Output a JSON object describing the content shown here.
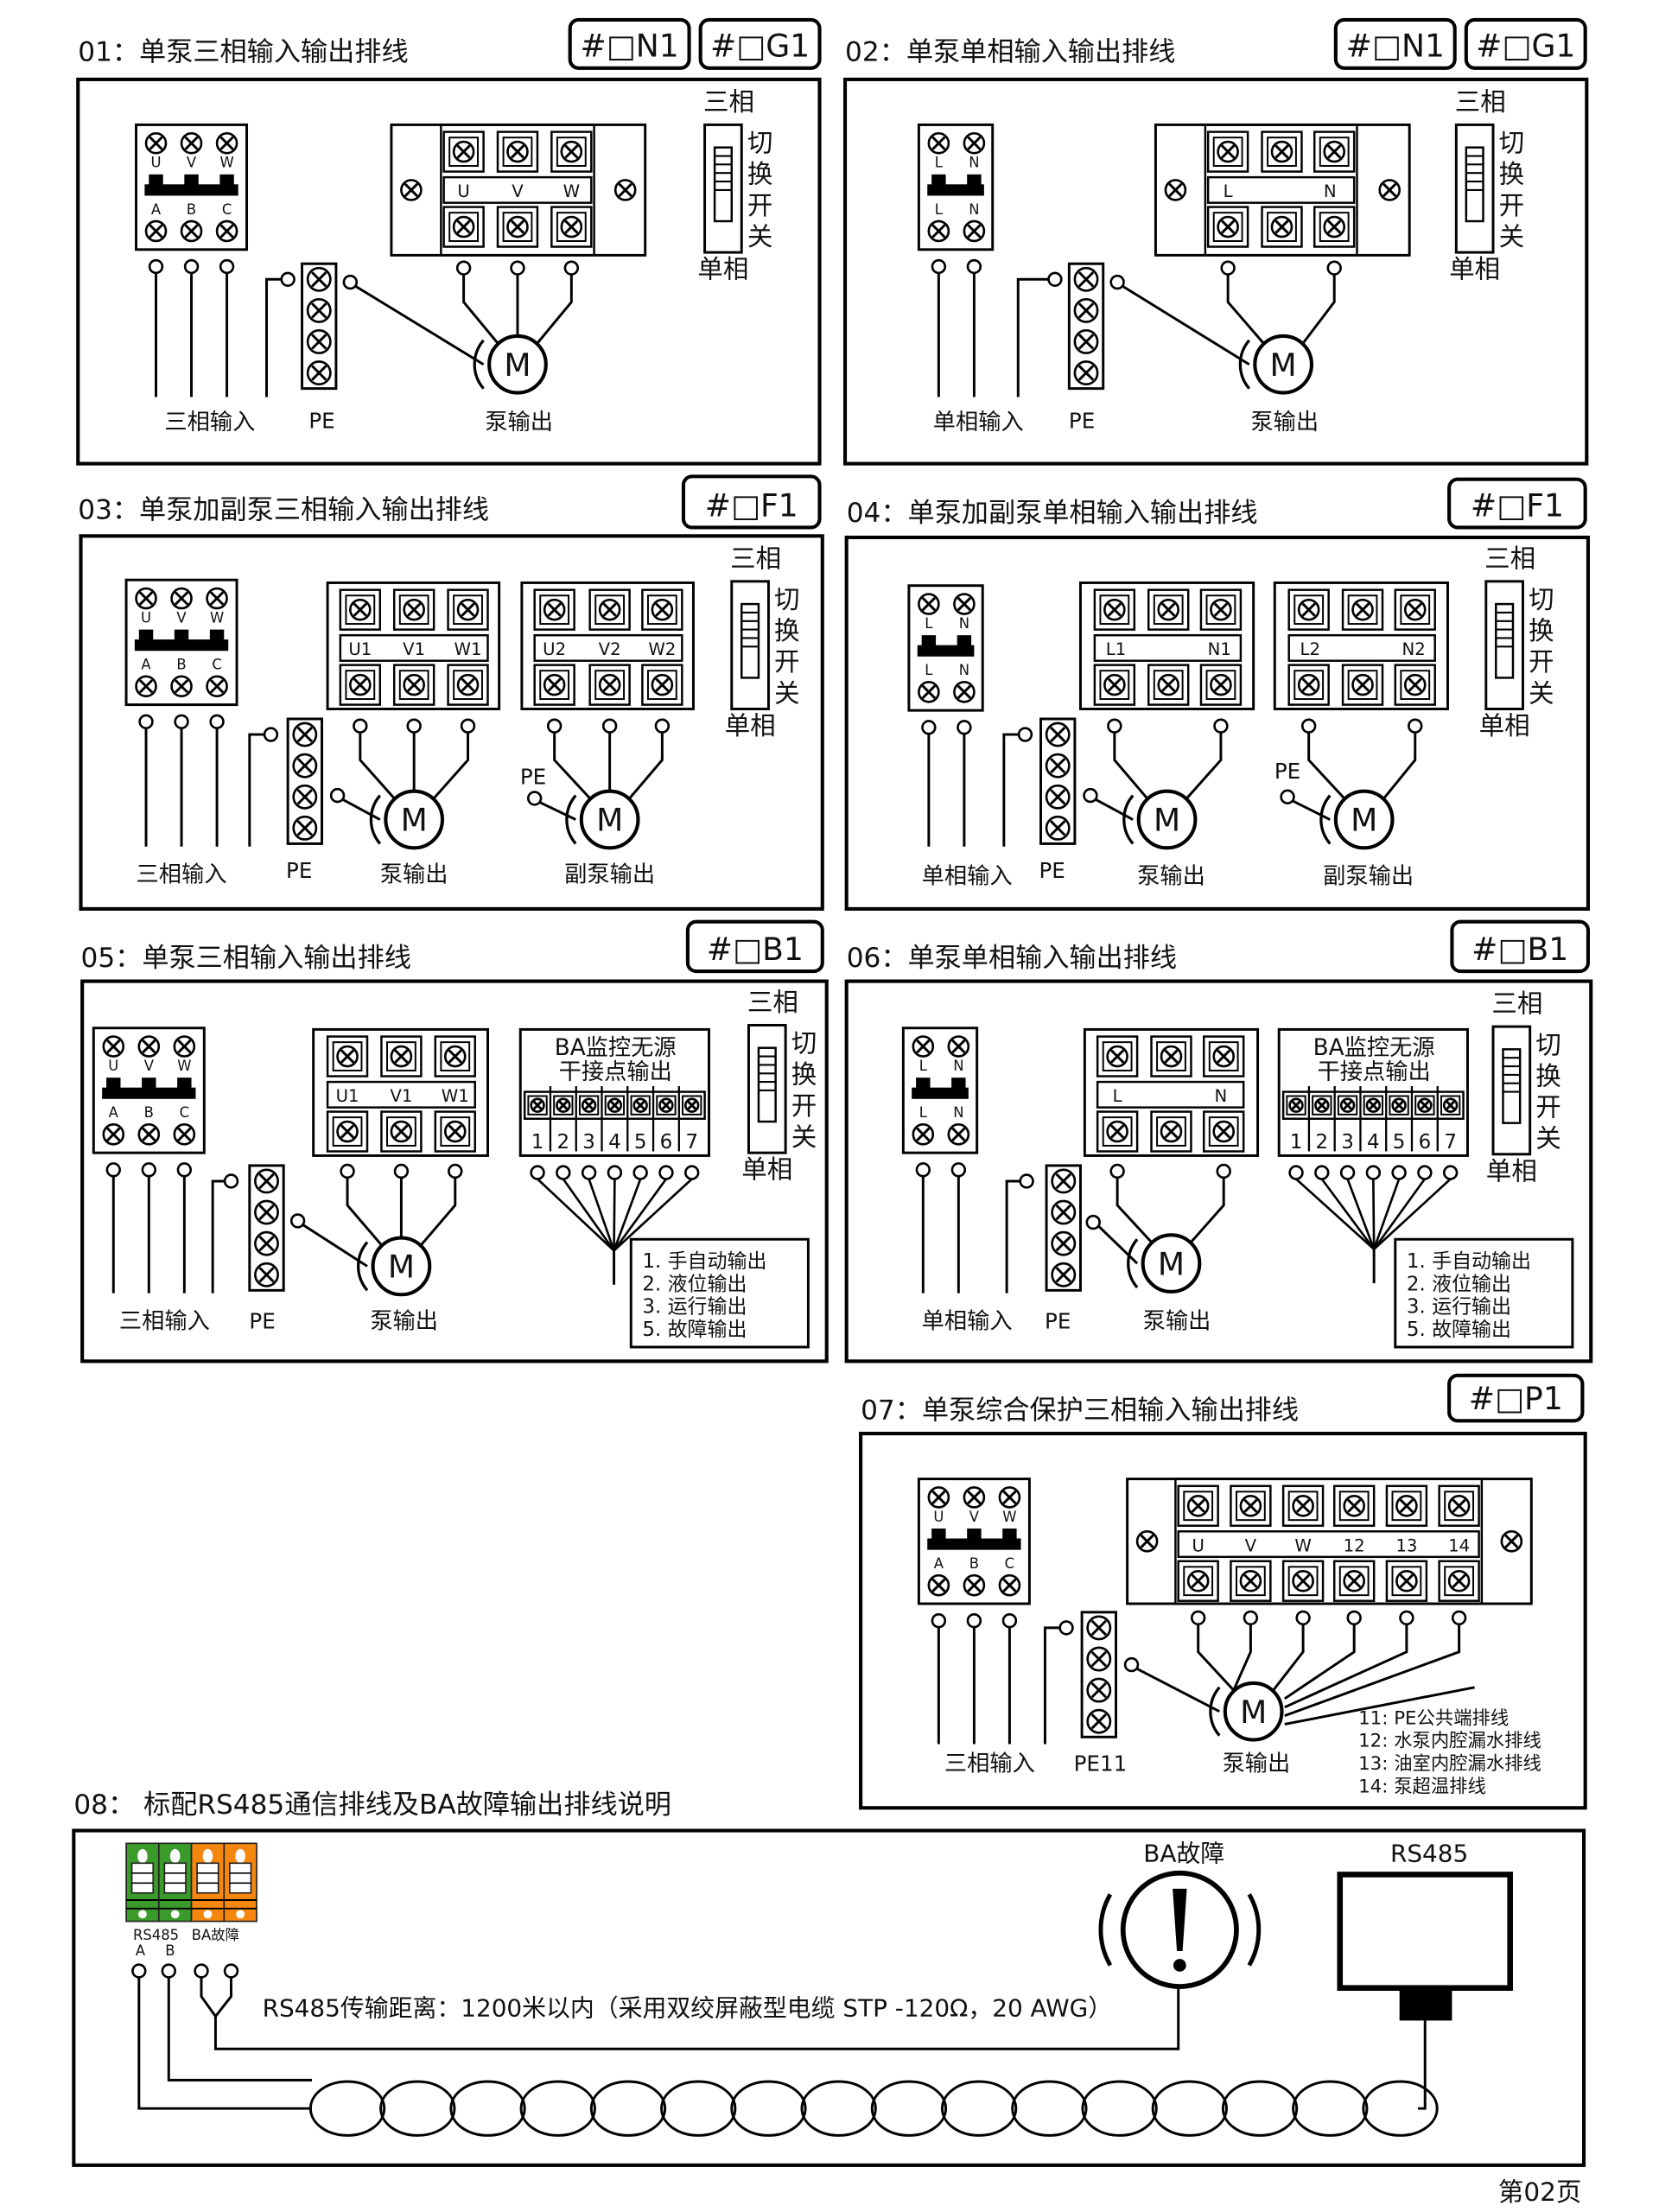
{
  "panels": [
    {
      "title": "01：单泵三相输入输出排线",
      "badges": [
        "#□N1",
        "#□G1"
      ],
      "breaker_top": [
        "U",
        "V",
        "W"
      ],
      "breaker_bottom": [
        "A",
        "B",
        "C"
      ],
      "terminals": [
        "U",
        "V",
        "W"
      ],
      "labels": {
        "input": "三相输入",
        "pe": "PE",
        "output": "泵输出"
      }
    },
    {
      "title": "02：单泵单相输入输出排线",
      "badges": [
        "#□N1",
        "#□G1"
      ],
      "breaker_top": [
        "L",
        "N"
      ],
      "breaker_bottom": [
        "L",
        "N"
      ],
      "terminals": [
        "L",
        "N"
      ],
      "labels": {
        "input": "单相输入",
        "pe": "PE",
        "output": "泵输出"
      }
    },
    {
      "title": "03：单泵加副泵三相输入输出排线",
      "badges": [
        "#□F1"
      ],
      "breaker_top": [
        "U",
        "V",
        "W"
      ],
      "breaker_bottom": [
        "A",
        "B",
        "C"
      ],
      "terminals": [
        "U1",
        "V1",
        "W1"
      ],
      "terminals2": [
        "U2",
        "V2",
        "W2"
      ],
      "labels": {
        "input": "三相输入",
        "pe": "PE",
        "pe2": "PE",
        "output": "泵输出",
        "output2": "副泵输出"
      }
    },
    {
      "title": "04：单泵加副泵单相输入输出排线",
      "badges": [
        "#□F1"
      ],
      "breaker_top": [
        "L",
        "N"
      ],
      "breaker_bottom": [
        "L",
        "N"
      ],
      "terminals": [
        "L1",
        "N1"
      ],
      "terminals2": [
        "L2",
        "N2"
      ],
      "labels": {
        "input": "单相输入",
        "pe": "PE",
        "pe2": "PE",
        "output": "泵输出",
        "output2": "副泵输出"
      }
    },
    {
      "title": "05：单泵三相输入输出排线",
      "badges": [
        "#□B1"
      ],
      "breaker_top": [
        "U",
        "V",
        "W"
      ],
      "breaker_bottom": [
        "A",
        "B",
        "C"
      ],
      "terminals": [
        "U1",
        "V1",
        "W1"
      ],
      "labels": {
        "input": "三相输入",
        "pe": "PE",
        "output": "泵输出"
      }
    },
    {
      "title": "06：单泵单相输入输出排线",
      "badges": [
        "#□B1"
      ],
      "breaker_top": [
        "L",
        "N"
      ],
      "breaker_bottom": [
        "L",
        "N"
      ],
      "terminals": [
        "L",
        "N"
      ],
      "labels": {
        "input": "单相输入",
        "pe": "PE",
        "output": "泵输出"
      }
    },
    {
      "title": "07：单泵综合保护三相输入输出排线",
      "badges": [
        "#□P1"
      ],
      "breaker_top": [
        "U",
        "V",
        "W"
      ],
      "breaker_bottom": [
        "A",
        "B",
        "C"
      ],
      "terminals": [
        "U",
        "V",
        "W",
        "12",
        "13",
        "14"
      ],
      "labels": {
        "input": "三相输入",
        "pe": "PE11",
        "output": "泵输出"
      },
      "notes": [
        "11:  PE公共端排线",
        "12:  水泵内腔漏水排线",
        "13:  油室内腔漏水排线",
        "14:  泵超温排线"
      ]
    }
  ],
  "switch": {
    "top": "三相",
    "chars": [
      "切",
      "换",
      "开",
      "关"
    ],
    "bottom": "单相"
  },
  "motor": "M",
  "ba_box": {
    "title": [
      "BA监控无源",
      "干接点输出"
    ],
    "numbers": [
      "1",
      "2",
      "3",
      "4",
      "5",
      "6",
      "7"
    ],
    "legend": [
      "1. 手自动输出",
      "2. 液位输出",
      "3. 运行输出",
      "5. 故障输出"
    ]
  },
  "panel8": {
    "title": "08： 标配RS485通信排线及BA故障输出排线说明",
    "terminal_labels": {
      "rs485": "RS485",
      "ba": "BA故障",
      "a": "A",
      "b": "B"
    },
    "colors": {
      "rs485": "#3a9a2a",
      "ba": "#f5870f"
    },
    "distance_note": "RS485传输距离：1200米以内（采用双绞屏蔽型电缆 STP -120Ω，20 AWG）",
    "ba_fault_label": "BA故障",
    "rs485_label": "RS485"
  },
  "footer": "第02页"
}
